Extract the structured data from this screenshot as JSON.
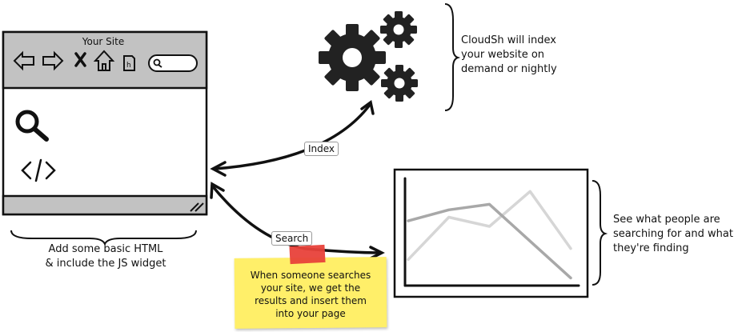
{
  "browser": {
    "title": "Your Site"
  },
  "labels": {
    "index": "Index",
    "search": "Search"
  },
  "notes": {
    "index_note": [
      "CloudSh will index",
      "your website on",
      "demand or nightly"
    ],
    "html_note": [
      "Add some basic HTML",
      "& include the JS widget"
    ],
    "analytics_note": [
      "See what people are",
      "searching for and what",
      "they're finding"
    ],
    "sticky_note": [
      "When someone searches",
      "your site, we get the",
      "results and insert them",
      "into your page"
    ]
  },
  "chart_data": {
    "type": "line",
    "x": [
      0,
      1,
      2,
      3,
      4
    ],
    "series": [
      {
        "values": [
          1.2,
          3.5,
          3.0,
          4.9,
          1.8
        ]
      },
      {
        "values": [
          3.3,
          3.9,
          4.2,
          2.2,
          0.2
        ]
      }
    ],
    "ylim": [
      0,
      5
    ],
    "colors": {
      "light": "#d6d6d6",
      "dark": "#a8a8a8"
    }
  },
  "icons": {
    "gear": "gear-icon",
    "search": "search-icon",
    "code": "code-icon"
  }
}
